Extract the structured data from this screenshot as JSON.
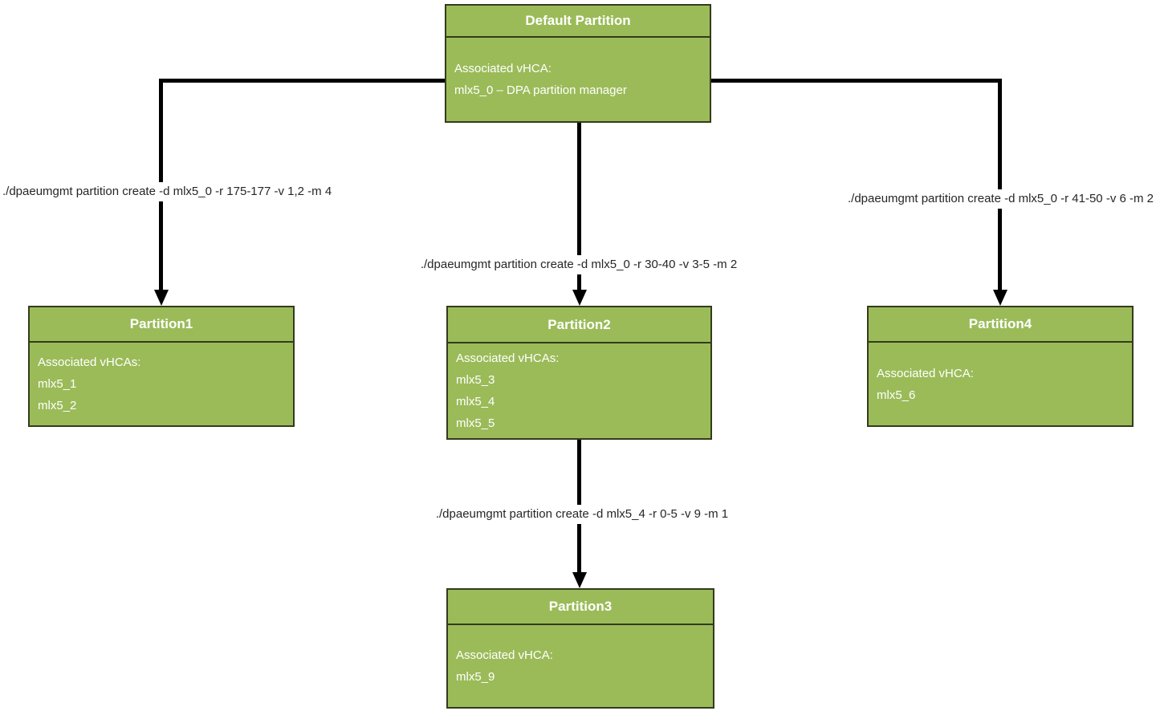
{
  "diagram": {
    "boxes": {
      "default_partition": {
        "title": "Default Partition",
        "lines": [
          "Associated vHCA:",
          "mlx5_0 – DPA partition manager"
        ]
      },
      "partition1": {
        "title": "Partition1",
        "lines": [
          "Associated vHCAs:",
          "mlx5_1",
          "mlx5_2"
        ]
      },
      "partition2": {
        "title": "Partition2",
        "lines": [
          "Associated vHCAs:",
          "mlx5_3",
          "mlx5_4",
          "mlx5_5"
        ]
      },
      "partition4": {
        "title": "Partition4",
        "lines": [
          "Associated vHCA:",
          "mlx5_6"
        ]
      },
      "partition3": {
        "title": "Partition3",
        "lines": [
          "Associated vHCA:",
          "mlx5_9"
        ]
      }
    },
    "edge_labels": {
      "to_partition1": "./dpaeumgmt partition create -d mlx5_0 -r 175-177 -v 1,2 -m 4",
      "to_partition2": "./dpaeumgmt partition create -d mlx5_0 -r 30-40 -v 3-5 -m 2",
      "to_partition4": "./dpaeumgmt partition create -d mlx5_0 -r 41-50 -v 6 -m 2",
      "to_partition3": "./dpaeumgmt partition create -d mlx5_4 -r 0-5 -v 9 -m 1"
    },
    "colors": {
      "box_fill": "#9bbb59",
      "box_border": "#333b1c",
      "box_text": "#ffffff",
      "connector": "#000000",
      "label_text": "#262626",
      "background": "#ffffff"
    }
  }
}
